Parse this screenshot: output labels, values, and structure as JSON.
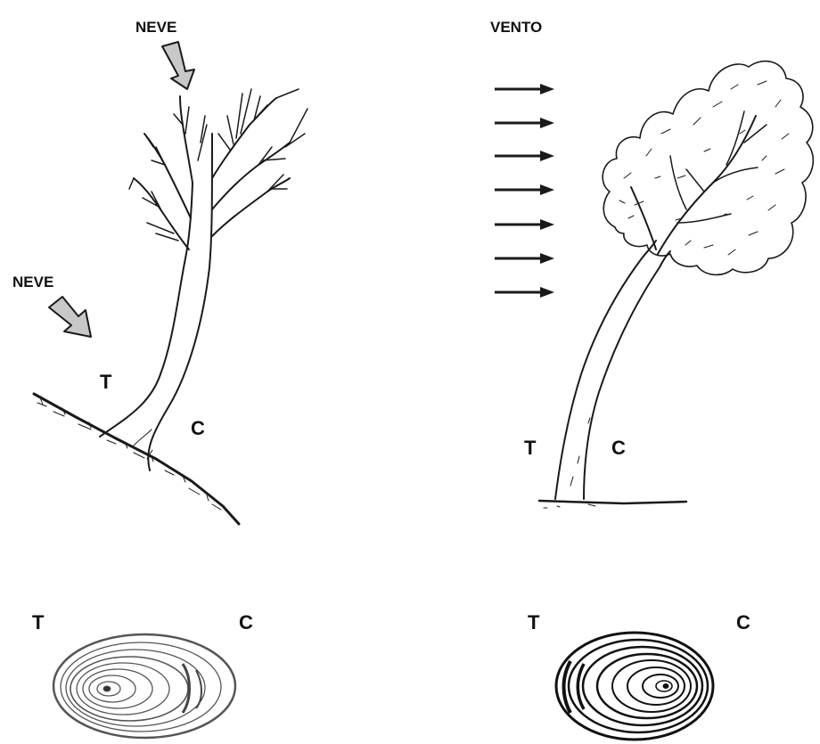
{
  "left_panel": {
    "snow_label_top": "NEVE",
    "snow_label_side": "NEVE",
    "tension_label": "T",
    "compression_label": "C"
  },
  "right_panel": {
    "wind_label": "VENTO",
    "tension_label": "T",
    "compression_label": "C"
  },
  "cross_sections": {
    "left_tension_label": "T",
    "left_compression_label": "C",
    "right_tension_label": "T",
    "right_compression_label": "C"
  },
  "colors": {
    "ink": "#1a1a1a",
    "arrow_fill": "#c8c8c8",
    "left_rings": "#555555",
    "right_rings": "#111111"
  }
}
